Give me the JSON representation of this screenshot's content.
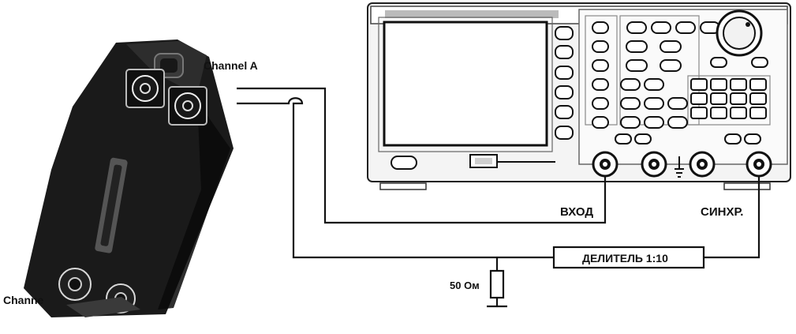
{
  "labels": {
    "channel_a": "Channel A",
    "channel_b": "Channe",
    "input": "ВХОД",
    "sync": "СИНХР.",
    "divider": "ДЕЛИТЕЛЬ 1:10",
    "resistor": "50 Ом"
  },
  "colors": {
    "device_body": "#1a1a1a",
    "line": "#111111",
    "panel": "#f4f4f4"
  }
}
